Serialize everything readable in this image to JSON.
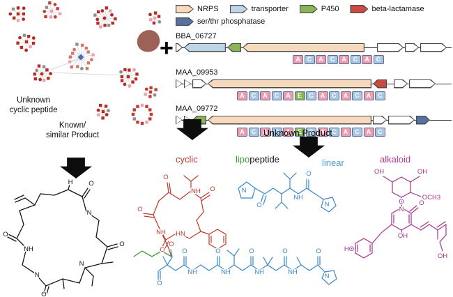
{
  "colors": {
    "nrps": "#f7d9bd",
    "transporter": "#bdd5e7",
    "p450": "#8ab554",
    "beta_lactamase": "#cc4a41",
    "ser_thr_phosphatase": "#5872a0",
    "domain_a": "#f09cb0",
    "domain_c": "#a9c6e0",
    "domain_e": "#8ab554",
    "network_node_red": "#b62c25",
    "cyclic_red": "#c0392b",
    "lipo_green": "#3f9b35",
    "linear_blue": "#3a87c8",
    "alkaloid_magenta": "#a8348e"
  },
  "network": {
    "label_unknown": "Unknown\ncyclic peptide",
    "label_known": "Known/\nsimilar Product"
  },
  "plus": "+",
  "legend": {
    "row1": [
      {
        "label": "NRPS",
        "type": "nrps",
        "dir": "right",
        "size": "leg"
      },
      {
        "label": "transporter",
        "type": "transporter",
        "dir": "right",
        "size": "leg"
      },
      {
        "label": "P450",
        "type": "p450",
        "dir": "right",
        "size": "leg"
      },
      {
        "label": "beta-lactamase",
        "type": "blac",
        "dir": "right",
        "size": "leg"
      }
    ],
    "row2": [
      {
        "label": "ser/thr phosphatase",
        "type": "phos",
        "dir": "right",
        "size": "leg"
      }
    ]
  },
  "clusters": [
    {
      "name": "BBA_06727",
      "genes": [
        {
          "type": "other",
          "dir": "right",
          "size": "xs"
        },
        {
          "type": "transporter",
          "dir": "left",
          "size": "l"
        },
        {
          "type": "p450",
          "dir": "left",
          "size": "s"
        },
        {
          "type": "nrps",
          "dir": "left",
          "size": "xl"
        },
        {
          "type": "gap",
          "dir": "right",
          "size": "g2"
        },
        {
          "type": "other",
          "dir": "right",
          "size": "m"
        },
        {
          "type": "other",
          "dir": "right",
          "size": "s"
        },
        {
          "type": "other",
          "dir": "right",
          "size": "m"
        }
      ],
      "domains": [
        "A",
        "C",
        "A",
        "C",
        "A",
        "C",
        "A",
        "C"
      ]
    },
    {
      "name": "MAA_09953",
      "genes": [
        {
          "type": "other",
          "dir": "tri",
          "size": "xs"
        },
        {
          "type": "other",
          "dir": "tri",
          "size": "xs"
        },
        {
          "type": "other",
          "dir": "right",
          "size": "s"
        },
        {
          "type": "nrps",
          "dir": "left",
          "size": "xxl"
        },
        {
          "type": "blac",
          "dir": "left",
          "size": "s"
        },
        {
          "type": "gap",
          "dir": "right",
          "size": "g1"
        },
        {
          "type": "other",
          "dir": "right",
          "size": "s"
        },
        {
          "type": "other",
          "dir": "right",
          "size": "m"
        }
      ],
      "domains": [
        "A",
        "C",
        "A",
        "C",
        "A",
        "E",
        "C",
        "A",
        "C",
        "A",
        "C",
        "A",
        "C"
      ]
    },
    {
      "name": "MAA_09772",
      "genes": [
        {
          "type": "other",
          "dir": "tri",
          "size": "xs"
        },
        {
          "type": "other",
          "dir": "tri",
          "size": "xs"
        },
        {
          "type": "p450",
          "dir": "left",
          "size": "s"
        },
        {
          "type": "nrps",
          "dir": "left",
          "size": "xxl"
        },
        {
          "type": "other",
          "dir": "right",
          "size": "s"
        },
        {
          "type": "other",
          "dir": "right",
          "size": "m"
        },
        {
          "type": "phos",
          "dir": "right",
          "size": "s"
        }
      ],
      "domains": [
        "A",
        "C",
        "A",
        "C",
        "A",
        "E",
        "C",
        "A",
        "C",
        "A",
        "C",
        "A",
        "C"
      ]
    }
  ],
  "unknown_product": "Unknown Product",
  "product_labels": {
    "cyclic": "cyclic",
    "lipo": "lipo",
    "peptide": "peptide",
    "linear": "linear",
    "alkaloid": "alkaloid"
  },
  "structures": {
    "known": {
      "atoms": [
        "H",
        "O",
        "N",
        "O",
        "N",
        "NH",
        "O",
        "N",
        "O"
      ]
    },
    "cyclic": {
      "atoms": [
        "O",
        "NH",
        "O",
        "O",
        "NH",
        "HN",
        "O",
        "O"
      ]
    },
    "lipopeptide": {
      "atoms": [
        "N",
        "O",
        "NH",
        "O",
        "N"
      ]
    },
    "linear": {
      "atoms": [
        "O",
        "O",
        "O",
        "O",
        "O",
        "NH",
        "NH",
        "NH",
        "NH",
        "N",
        "O"
      ]
    },
    "alkaloid": {
      "atoms": [
        "OH",
        "OH",
        "OCH3",
        "O",
        "N",
        "O",
        "OH",
        "HO",
        "OH"
      ]
    }
  }
}
